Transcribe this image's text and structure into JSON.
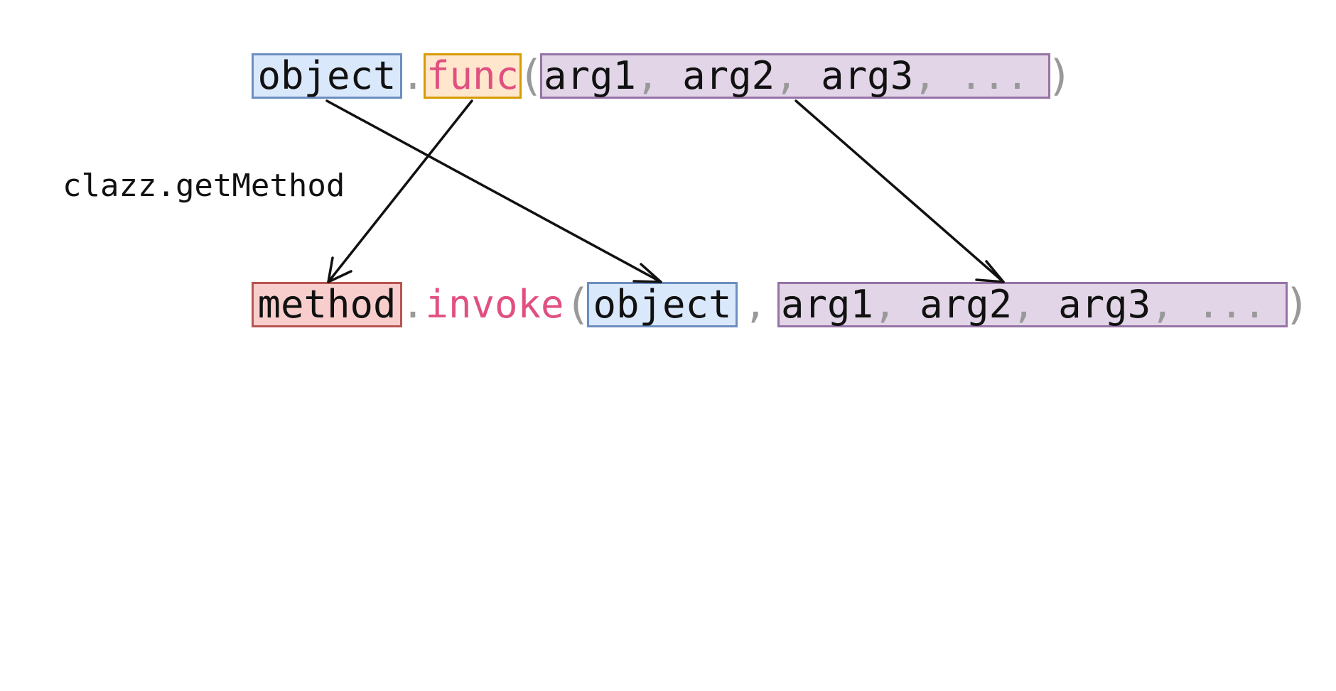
{
  "top_line": {
    "receiver": "object",
    "dot": ".",
    "method_name": "func",
    "open_paren": "(",
    "args": [
      {
        "text": "arg1",
        "sep": ", "
      },
      {
        "text": "arg2",
        "sep": ", "
      },
      {
        "text": "arg3",
        "sep": ", "
      }
    ],
    "ellipsis": "...",
    "close_paren": ")"
  },
  "bottom_line": {
    "method_var": "method",
    "dot": ".",
    "invoke": "invoke",
    "open_paren": "(",
    "receiver": "object",
    "comma": ",",
    "args": [
      {
        "text": "arg1",
        "sep": ", "
      },
      {
        "text": "arg2",
        "sep": ", "
      },
      {
        "text": "arg3",
        "sep": ", "
      }
    ],
    "ellipsis": "...",
    "close_paren": ")"
  },
  "annotation": "clazz.getMethod",
  "colors": {
    "object_fill": "#dae8fc",
    "object_border": "#6c8ebf",
    "func_fill": "#ffe6cc",
    "func_border": "#d79b00",
    "args_fill": "#e1d5e7",
    "args_border": "#9673a6",
    "method_fill": "#f8cecc",
    "method_border": "#b85450",
    "keyword_pink": "#e05080",
    "punct_gray": "#999999"
  }
}
